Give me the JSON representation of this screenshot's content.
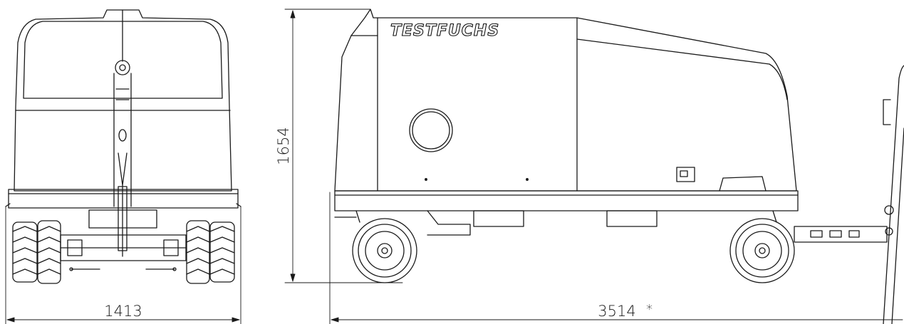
{
  "dimensions": {
    "width": "1413",
    "length": "3514",
    "length_marker": "*",
    "height": "1654"
  },
  "brand": {
    "logo": "TESTFUCHS"
  },
  "colors": {
    "line": "#1a1a1a",
    "background": "#ffffff"
  }
}
